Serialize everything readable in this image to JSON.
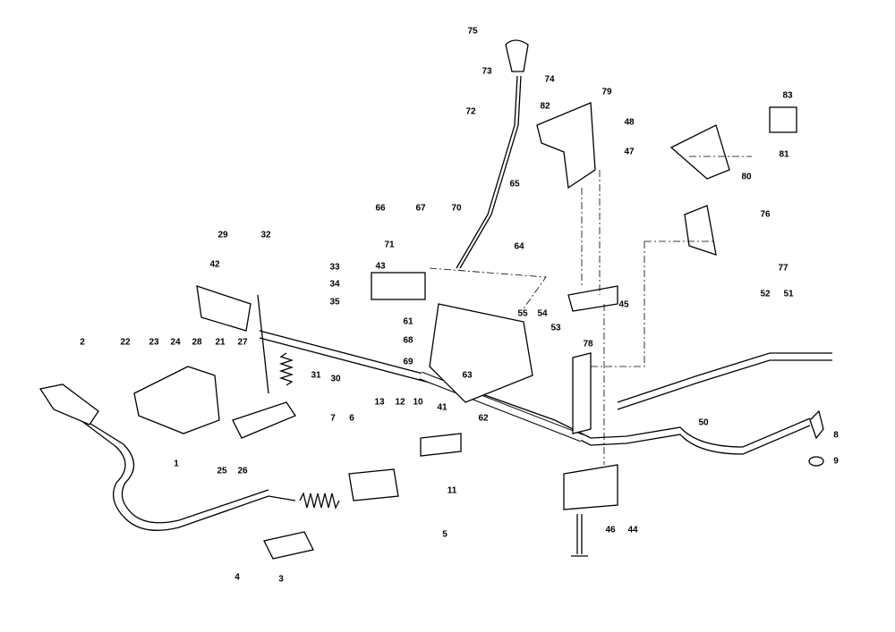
{
  "diagram": {
    "type": "exploded parts diagram",
    "line_color": "#000000",
    "background": "#ffffff",
    "callouts": [
      "75",
      "73",
      "74",
      "72",
      "82",
      "79",
      "48",
      "47",
      "83",
      "81",
      "80",
      "76",
      "77",
      "66",
      "67",
      "70",
      "65",
      "71",
      "64",
      "43",
      "45",
      "29",
      "32",
      "33",
      "34",
      "35",
      "42",
      "55",
      "54",
      "53",
      "78",
      "61",
      "68",
      "69",
      "63",
      "52",
      "51",
      "2",
      "22",
      "23",
      "24",
      "28",
      "21",
      "27",
      "31",
      "30",
      "13",
      "12",
      "10",
      "41",
      "62",
      "7",
      "6",
      "50",
      "8",
      "9",
      "1",
      "25",
      "26",
      "11",
      "5",
      "46",
      "44",
      "4",
      "3"
    ]
  }
}
